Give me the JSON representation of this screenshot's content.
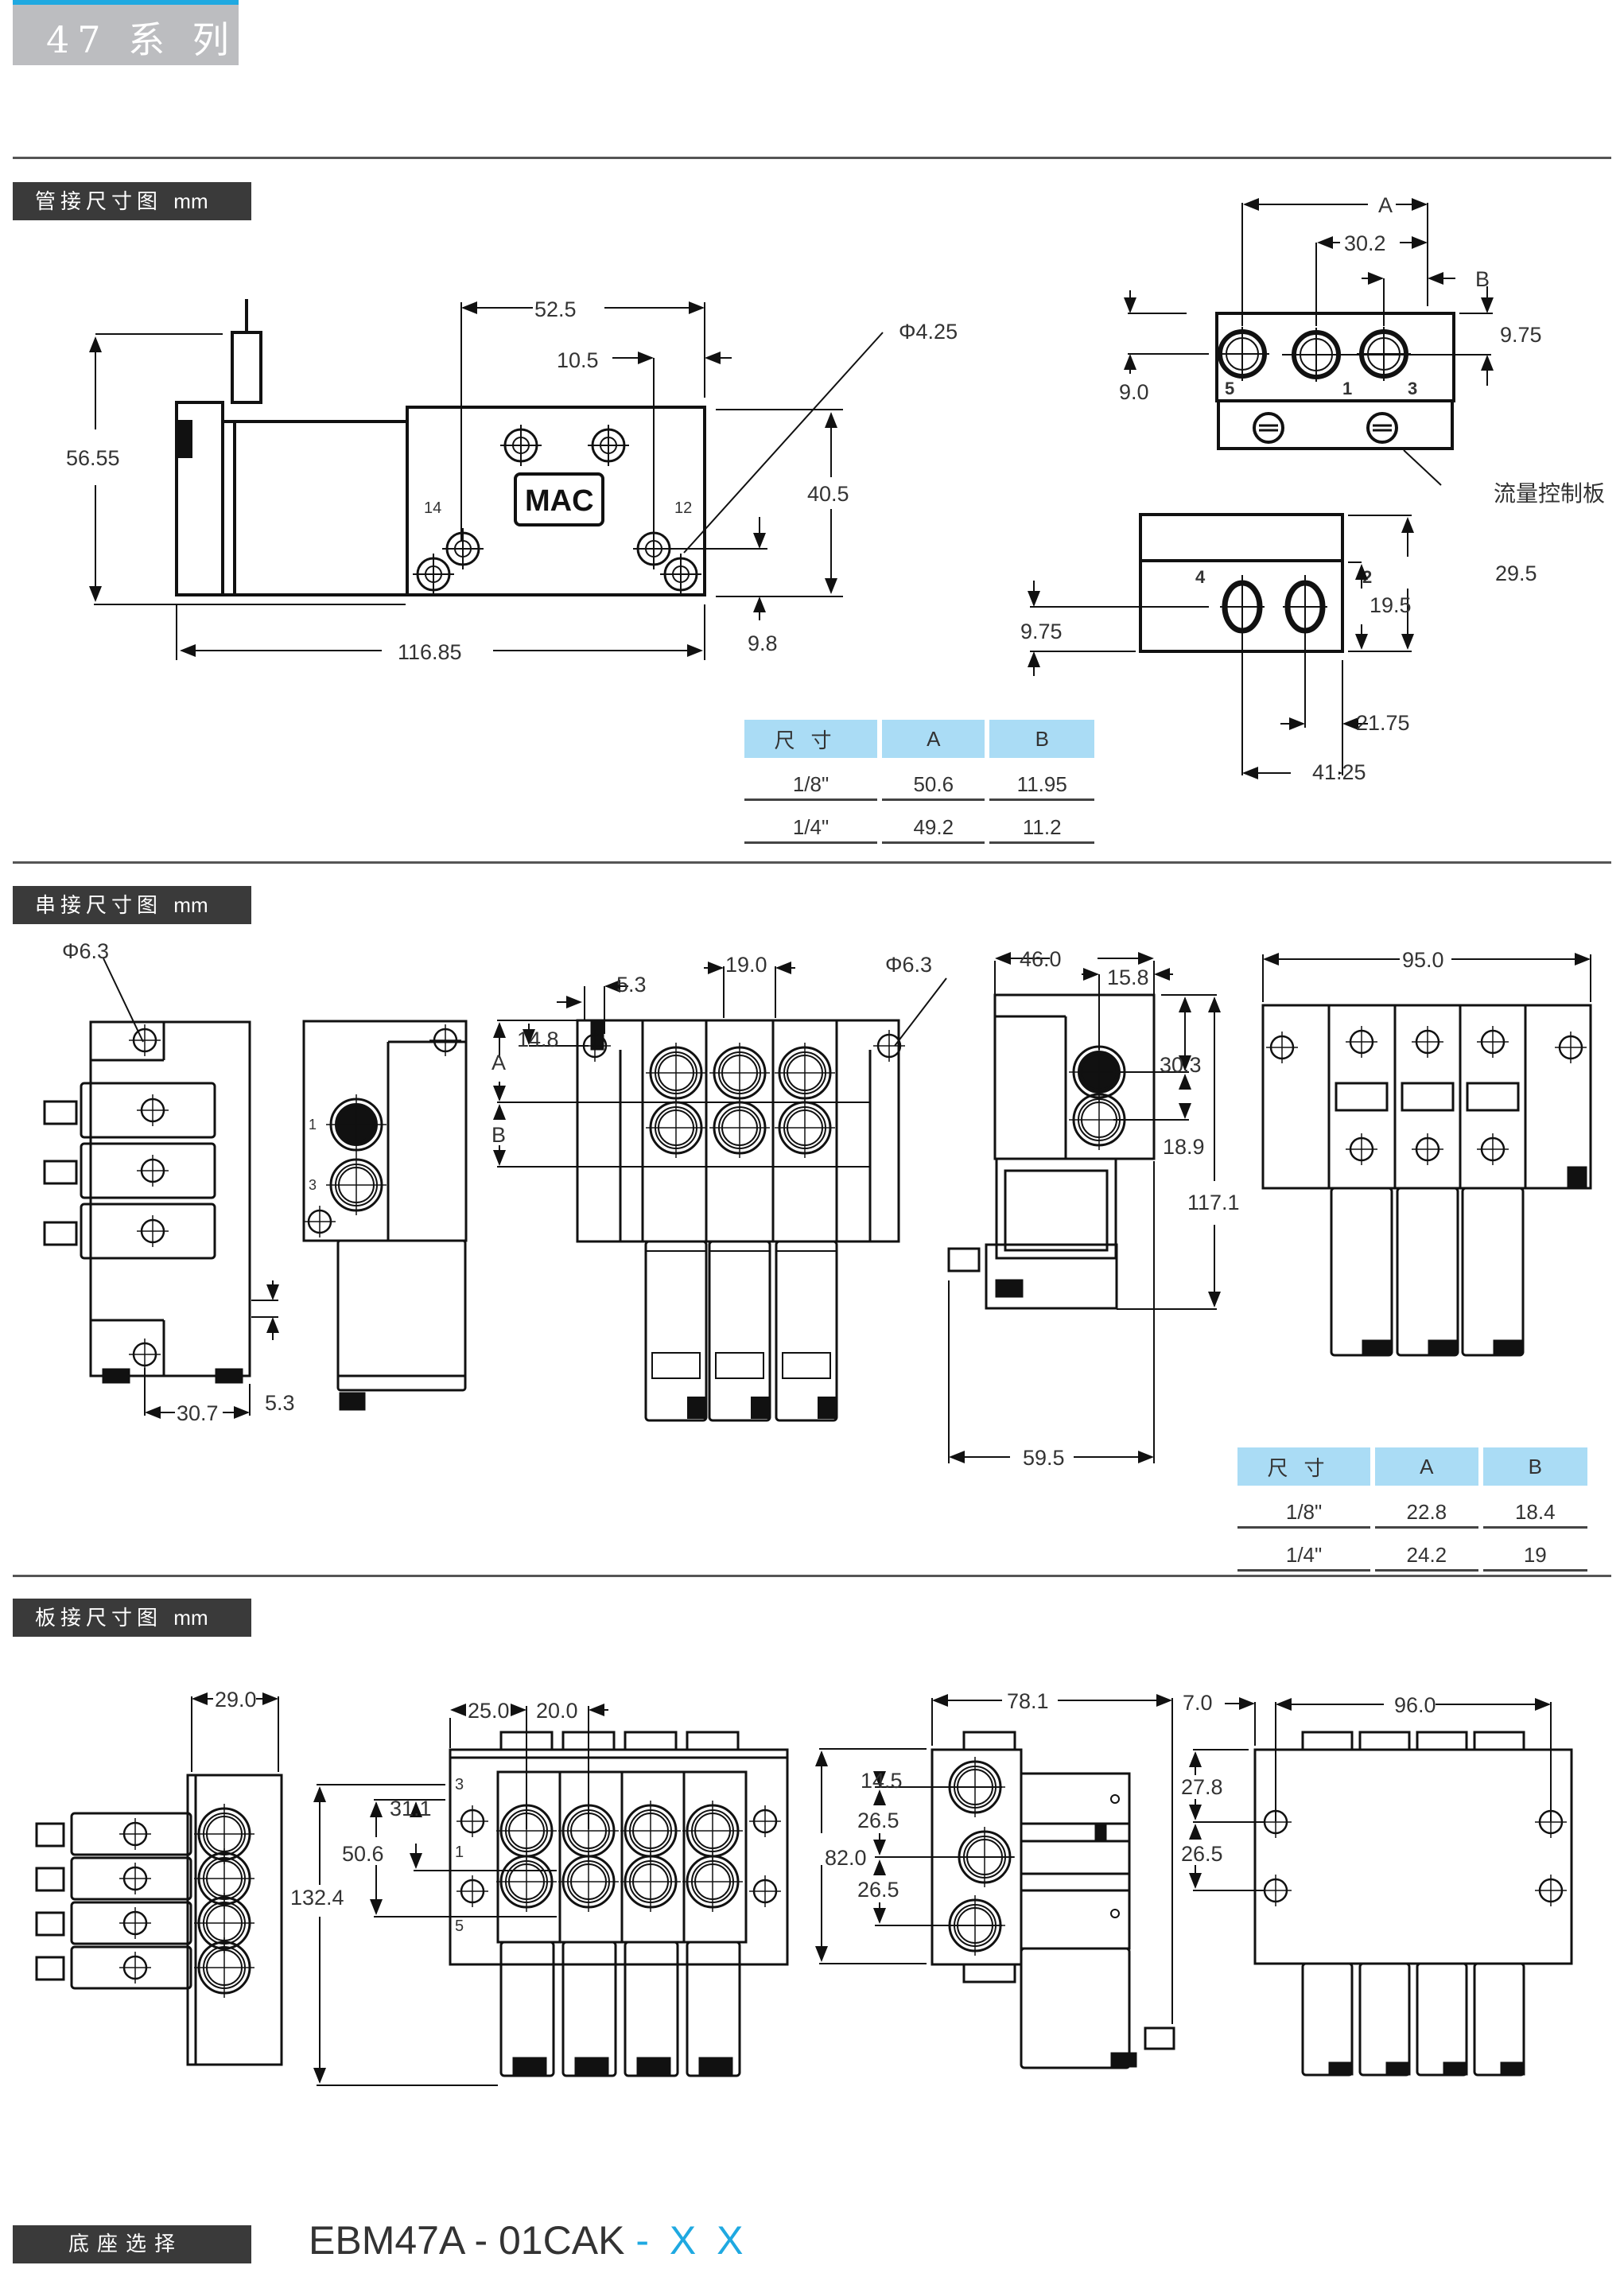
{
  "header": {
    "series_title": "47 系 列",
    "accent_color": "#1fa9e1"
  },
  "sections": {
    "pipe": {
      "label": "管接尺寸图",
      "unit": "mm"
    },
    "stack": {
      "label": "串接尺寸图",
      "unit": "mm"
    },
    "plate": {
      "label": "板接尺寸图",
      "unit": "mm"
    },
    "base": {
      "label": "底座选择"
    }
  },
  "pipe_dims": {
    "d52_5": "52.5",
    "d10_5": "10.5",
    "phi4_25": "Φ4.25",
    "d40_5": "40.5",
    "d56_55": "56.55",
    "d116_85": "116.85",
    "d9_8": "9.8",
    "brand": "MAC",
    "port14": "14",
    "port12": "12",
    "top_A": "A",
    "top_30_2": "30.2",
    "top_B": "B",
    "top_9_75": "9.75",
    "top_9_0": "9.0",
    "port5": "5",
    "port1": "1",
    "port3": "3",
    "flow_plate": "流量控制板",
    "d29_5": "29.5",
    "d19_5": "19.5",
    "d9_75b": "9.75",
    "d21_75": "21.75",
    "d41_25": "41.25",
    "port4": "4",
    "port2": "2"
  },
  "pipe_table": {
    "headers": [
      "尺寸",
      "A",
      "B"
    ],
    "rows": [
      [
        "1/8\"",
        "50.6",
        "11.95"
      ],
      [
        "1/4\"",
        "49.2",
        "11.2"
      ]
    ]
  },
  "stack_dims": {
    "phi6_3a": "Φ6.3",
    "d30_7": "30.7",
    "d5_3a": "5.3",
    "d5_3b": "5.3",
    "d14_8": "14.8",
    "d19_0": "19.0",
    "phi6_3b": "Φ6.3",
    "lblA": "A",
    "lblB": "B",
    "d46_0": "46.0",
    "d15_8": "15.8",
    "d30_3": "30.3",
    "d18_9": "18.9",
    "d117_1": "117.1",
    "d59_5": "59.5",
    "d95_0": "95.0",
    "p1": "1",
    "p3": "3"
  },
  "stack_table": {
    "headers": [
      "尺寸",
      "A",
      "B"
    ],
    "rows": [
      [
        "1/8\"",
        "22.8",
        "18.4"
      ],
      [
        "1/4\"",
        "24.2",
        "19"
      ]
    ]
  },
  "plate_dims": {
    "d29_0": "29.0",
    "d132_4": "132.4",
    "d50_6": "50.6",
    "d31_1": "31.1",
    "d25_0": "25.0",
    "d20_0": "20.0",
    "d82_0": "82.0",
    "d78_1": "78.1",
    "d14_5": "14.5",
    "d26_5a": "26.5",
    "d26_5b": "26.5",
    "d7_0": "7.0",
    "d96_0": "96.0",
    "d27_8": "27.8",
    "d26_5c": "26.5",
    "p3": "3",
    "p1": "1",
    "p5": "5"
  },
  "base_model": {
    "code": "EBM47A - 01CAK",
    "suffix": "- X X"
  }
}
